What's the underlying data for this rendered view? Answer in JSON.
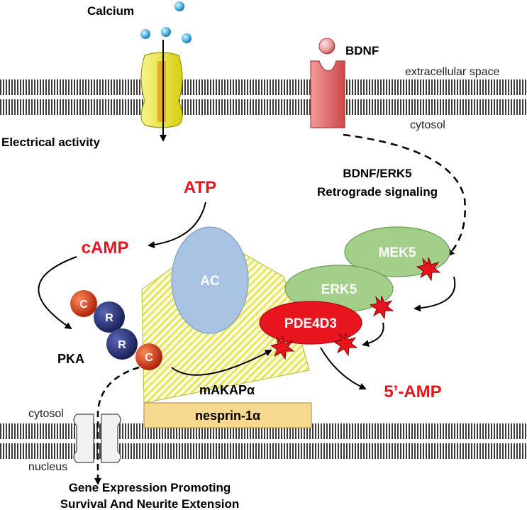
{
  "labels": {
    "calcium": "Calcium",
    "bdnf": "BDNF",
    "extracellular_space": "extracellular space",
    "cytosol_top": "cytosol",
    "electrical_activity": "Electrical activity",
    "retro_line1": "BDNF/ERK5",
    "retro_line2": "Retrograde signaling",
    "atp": "ATP",
    "camp": "cAMP",
    "ac": "AC",
    "mek5": "MEK5",
    "erk5": "ERK5",
    "pde4d3": "PDE4D3",
    "pka": "PKA",
    "c": "C",
    "r": "R",
    "makap": "mAKAPα",
    "five_amp": "5’-AMP",
    "nesprin": "nesprin-1α",
    "cytosol_bottom": "cytosol",
    "nucleus": "nucleus",
    "gene_line1": "Gene Expression Promoting",
    "gene_line2": "Survival And Neurite Extension"
  },
  "colors": {
    "red_text": "#e8141e",
    "membrane": "#2a2a2a",
    "channel": "#f5ee3a",
    "channel_core": "#e8a21c",
    "receptor": "#e8696b",
    "ac_fill": "#a9c4e2",
    "mek_erk_fill": "#a3cf8a",
    "pde_fill": "#e8141e",
    "pka_c": "#e0451e",
    "pka_r": "#26306f",
    "scaffold_hatch": "#e8e86a",
    "nesprin_fill": "#f6d88f",
    "calcium_ion": "#58b8e8",
    "bdnf_ball": "#e89898"
  }
}
